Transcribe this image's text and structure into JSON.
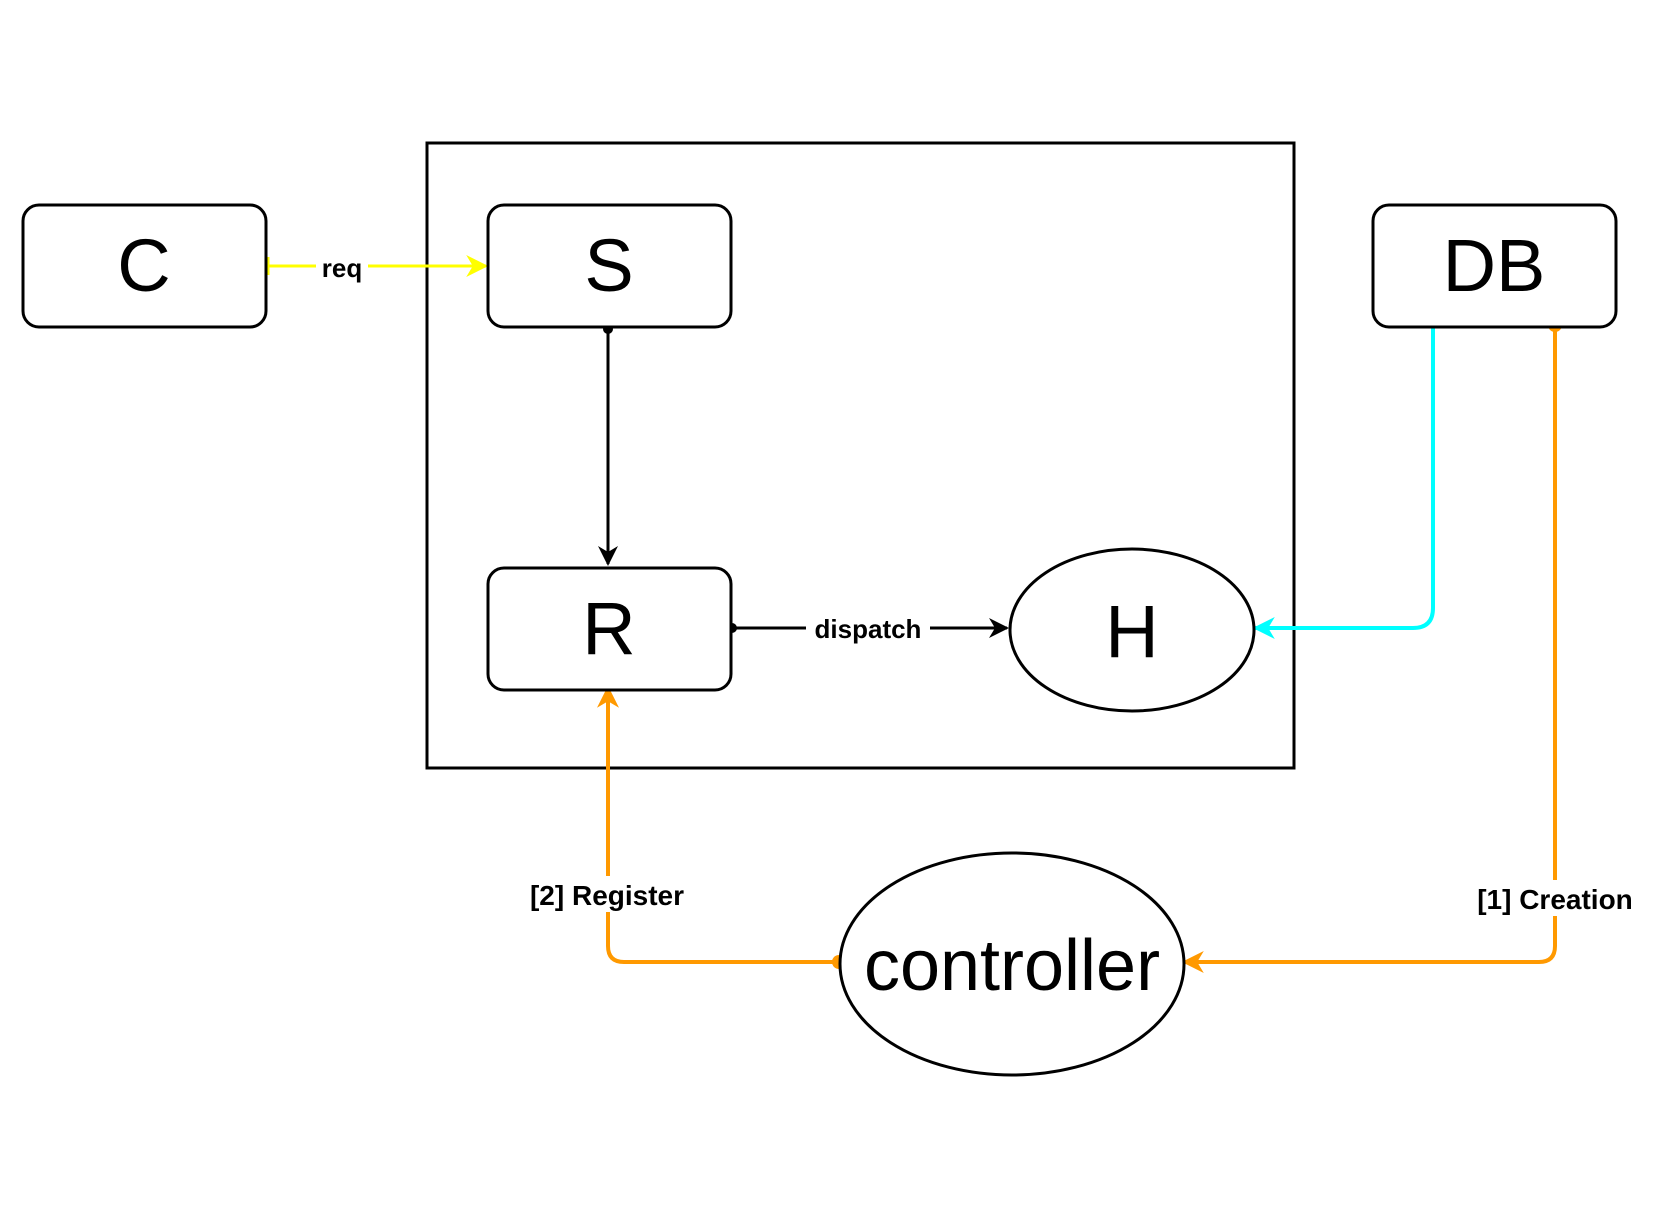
{
  "diagram": {
    "nodes": {
      "c": "C",
      "s": "S",
      "r": "R",
      "h": "H",
      "db": "DB",
      "controller": "controller"
    },
    "edges": {
      "req": "req",
      "dispatch": "dispatch",
      "register": "[2] Register",
      "creation": "[1] Creation"
    },
    "colors": {
      "stroke": "#000000",
      "req": "#ffff00",
      "db_link": "#00ffff",
      "orange": "#ff9900",
      "background": "#ffffff"
    }
  }
}
